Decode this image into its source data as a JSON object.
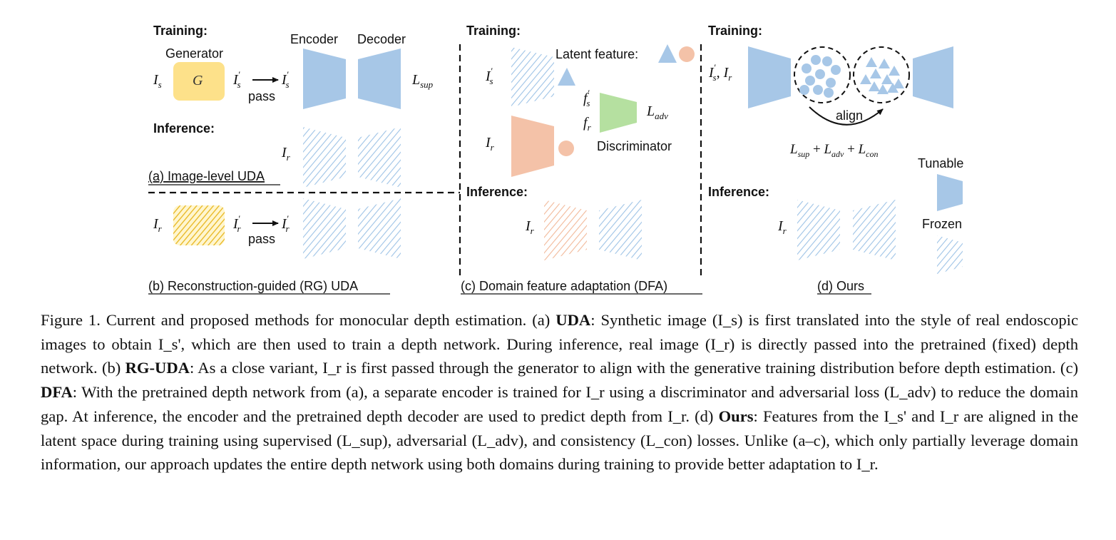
{
  "figure": {
    "panel_a": {
      "training_label": "Training:",
      "generator_label": "Generator",
      "generator_symbol": "G",
      "encoder_label": "Encoder",
      "decoder_label": "Decoder",
      "input_is": "I_s",
      "input_is_prime": "I_s'",
      "output_is_prime": "I_s'",
      "pass_label": "pass",
      "loss_sup": "L_sup",
      "inference_label": "Inference:",
      "input_ir": "I_r",
      "title": "(a) Image-level UDA"
    },
    "panel_b": {
      "input_ir": "I_r",
      "input_ir_prime": "I_r'",
      "output_ir_prime": "I_r'",
      "pass_label": "pass",
      "title": "(b) Reconstruction-guided (RG) UDA"
    },
    "panel_c": {
      "training_label": "Training:",
      "latent_label": "Latent feature:",
      "input_is_prime": "I_s'",
      "input_ir": "I_r",
      "feat_fs": "f_s'",
      "feat_fr": "f_r",
      "loss_adv": "L_adv",
      "discriminator_label": "Discriminator",
      "inference_label": "Inference:",
      "inference_input": "I_r",
      "title": "(c) Domain feature adaptation (DFA)"
    },
    "panel_d": {
      "training_label": "Training:",
      "inputs": "I_s', I_r",
      "align_label": "align",
      "loss_total": "L_sup + L_adv + L_con",
      "tunable_label": "Tunable",
      "frozen_label": "Frozen",
      "inference_label": "Inference:",
      "inference_input": "I_r",
      "title": "(d) Ours"
    },
    "colors": {
      "network_blue": "#a7c7e7",
      "generator_yellow": "#fde18a",
      "source_orange": "#f4c2a8",
      "discriminator_green": "#b5e0a0",
      "hatch_yellow": "#f2c230"
    }
  },
  "caption": {
    "figure_label": "Figure 1.",
    "intro": "Current and proposed methods for monocular depth estimation. (a)",
    "uda_term": "UDA",
    "uda_text": ": Synthetic image (I_s) is first translated into the style of real endoscopic images to obtain I_s', which are then used to train a depth network. During inference, real image (I_r) is directly passed into the pretrained (fixed) depth network. (b)",
    "rguda_term": "RG-UDA",
    "rguda_text": ": As a close variant, I_r is first passed through the generator to align with the generative training distribution before depth estimation. (c)",
    "dfa_term": "DFA",
    "dfa_text": ": With the pretrained depth network from (a), a separate encoder is trained for I_r using a discriminator and adversarial loss (L_adv) to reduce the domain gap. At inference, the encoder and the pretrained depth decoder are used to predict depth from I_r. (d)",
    "ours_term": "Ours",
    "ours_text": ": Features from the I_s' and I_r are aligned in the latent space during training using supervised (L_sup), adversarial (L_adv), and consistency (L_con) losses. Unlike (a–c), which only partially leverage domain information, our approach updates the entire depth network using both domains during training to provide better adaptation to I_r."
  }
}
